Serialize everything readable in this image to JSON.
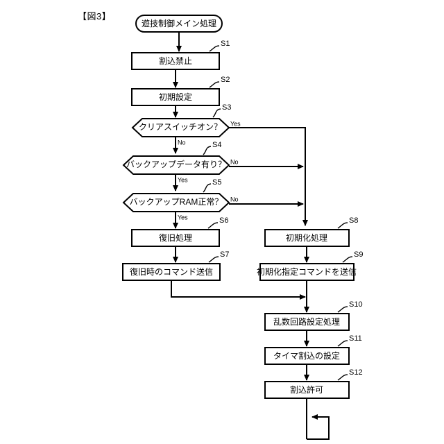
{
  "figure": {
    "label": "【図3】"
  },
  "diagram": {
    "type": "flowchart",
    "title": "遊技制御メイン処理",
    "start_node": {
      "id": "start",
      "shape": "terminator",
      "label": "遊技制御メイン処理"
    },
    "steps": [
      {
        "id": "S1",
        "step": "S1",
        "shape": "process",
        "label": "割込禁止"
      },
      {
        "id": "S2",
        "step": "S2",
        "shape": "process",
        "label": "初期設定"
      },
      {
        "id": "S3",
        "step": "S3",
        "shape": "decision",
        "label": "クリアスイッチオン？"
      },
      {
        "id": "S4",
        "step": "S4",
        "shape": "decision",
        "label": "バックアップデータ有り？"
      },
      {
        "id": "S5",
        "step": "S5",
        "shape": "decision",
        "label": "バックアップRAM正常？"
      },
      {
        "id": "S6",
        "step": "S6",
        "shape": "process",
        "label": "復旧処理"
      },
      {
        "id": "S7",
        "step": "S7",
        "shape": "process",
        "label": "復旧時のコマンド送信"
      },
      {
        "id": "S8",
        "step": "S8",
        "shape": "process",
        "label": "初期化処理"
      },
      {
        "id": "S9",
        "step": "S9",
        "shape": "process",
        "label": "初期化指定コマンドを送信"
      },
      {
        "id": "S10",
        "step": "S10",
        "shape": "process",
        "label": "乱数回路設定処理"
      },
      {
        "id": "S11",
        "step": "S11",
        "shape": "process",
        "label": "タイマ割込の設定"
      },
      {
        "id": "S12",
        "step": "S12",
        "shape": "process",
        "label": "割込許可"
      }
    ],
    "branch_labels": {
      "s3_yes": "Yes",
      "s3_no": "No",
      "s4_no": "No",
      "s4_yes": "Yes",
      "s5_no": "No",
      "s5_yes": "Yes"
    },
    "loop": {
      "id": "infinite-loop",
      "shape": "rectangle",
      "label": ""
    },
    "colors": {
      "stroke": "#000000",
      "fill": "#ffffff",
      "background": "#ffffff",
      "text": "#000000"
    }
  }
}
